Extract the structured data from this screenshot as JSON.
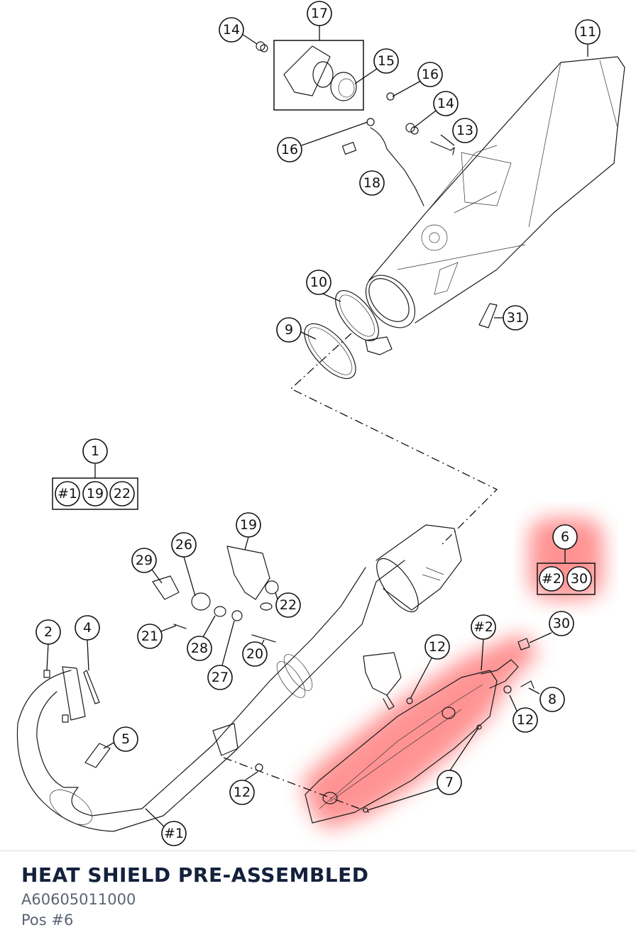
{
  "footer": {
    "title": "HEAT SHIELD PRE-ASSEMBLED",
    "part_number": "A60605011000",
    "position": "Pos #6"
  },
  "callouts": [
    "14",
    "17",
    "15",
    "16",
    "11",
    "14",
    "13",
    "16",
    "18",
    "10",
    "9",
    "31",
    "1",
    "#1",
    "19",
    "22",
    "19",
    "26",
    "29",
    "22",
    "2",
    "4",
    "21",
    "28",
    "20",
    "27",
    "5",
    "12",
    "12",
    "#1",
    "6",
    "#2",
    "30",
    "#2",
    "30",
    "8",
    "12",
    "7"
  ],
  "highlight_color": "#ff4d4d"
}
